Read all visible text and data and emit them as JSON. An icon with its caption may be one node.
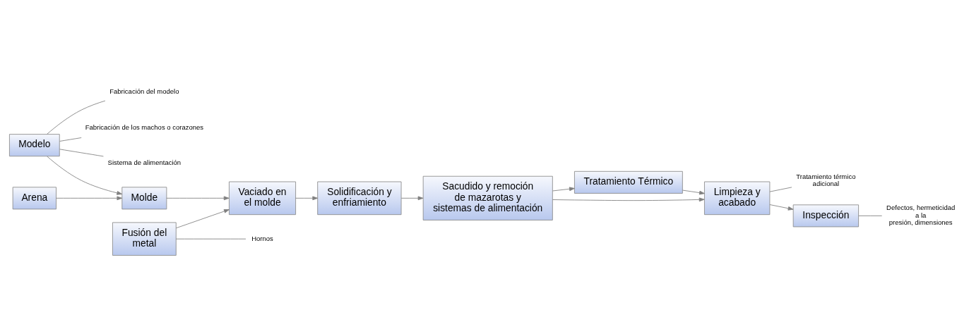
{
  "diagram": {
    "nodes": [
      {
        "text": [
          "Modelo"
        ]
      },
      {
        "text": [
          "Fabricación del modelo"
        ]
      },
      {
        "text": [
          "Fabricación de los machos o corazones"
        ]
      },
      {
        "text": [
          "Sistema de alimentación"
        ]
      },
      {
        "text": [
          "Arena"
        ]
      },
      {
        "text": [
          "Molde"
        ]
      },
      {
        "text": [
          "Fusión del metal"
        ]
      },
      {
        "text": [
          "Hornos"
        ]
      },
      {
        "text": [
          "Vaciado en el molde"
        ]
      },
      {
        "text": [
          "Solidificación y enfriamiento"
        ]
      },
      {
        "text": [
          "Sacudido y remoción de mazarotas y sistemas de alimentación"
        ]
      },
      {
        "text": [
          "Tratamiento Térmico"
        ]
      },
      {
        "text": [
          "Limpieza y acabado"
        ]
      },
      {
        "text": [
          "Tratamiento térmico adicional"
        ]
      },
      {
        "text": [
          "Inspección"
        ]
      },
      {
        "text": [
          "Defectos, hermeticidad a la presión, dimensiones"
        ]
      }
    ],
    "edges": [
      {
        "from": 0,
        "to": 1,
        "arrow": "none"
      },
      {
        "from": 0,
        "to": 2,
        "arrow": "none"
      },
      {
        "from": 0,
        "to": 3,
        "arrow": "none"
      },
      {
        "from": 0,
        "to": 5,
        "arrow": "to"
      },
      {
        "from": 4,
        "to": 5,
        "arrow": "to"
      },
      {
        "from": 5,
        "to": 8,
        "arrow": "to"
      },
      {
        "from": 6,
        "to": 8,
        "arrow": "to"
      },
      {
        "from": 6,
        "to": 7,
        "arrow": "none"
      },
      {
        "from": 8,
        "to": 9,
        "arrow": "to"
      },
      {
        "from": 9,
        "to": 10,
        "arrow": "to"
      },
      {
        "from": 10,
        "to": 11,
        "arrow": "to"
      },
      {
        "from": 11,
        "to": 12,
        "arrow": "to"
      },
      {
        "from": 10,
        "to": 12,
        "arrow": "to"
      },
      {
        "from": 12,
        "to": 13,
        "arrow": "none"
      },
      {
        "from": 12,
        "to": 14,
        "arrow": "to"
      },
      {
        "from": 14,
        "to": 15,
        "arrow": "none"
      }
    ]
  }
}
